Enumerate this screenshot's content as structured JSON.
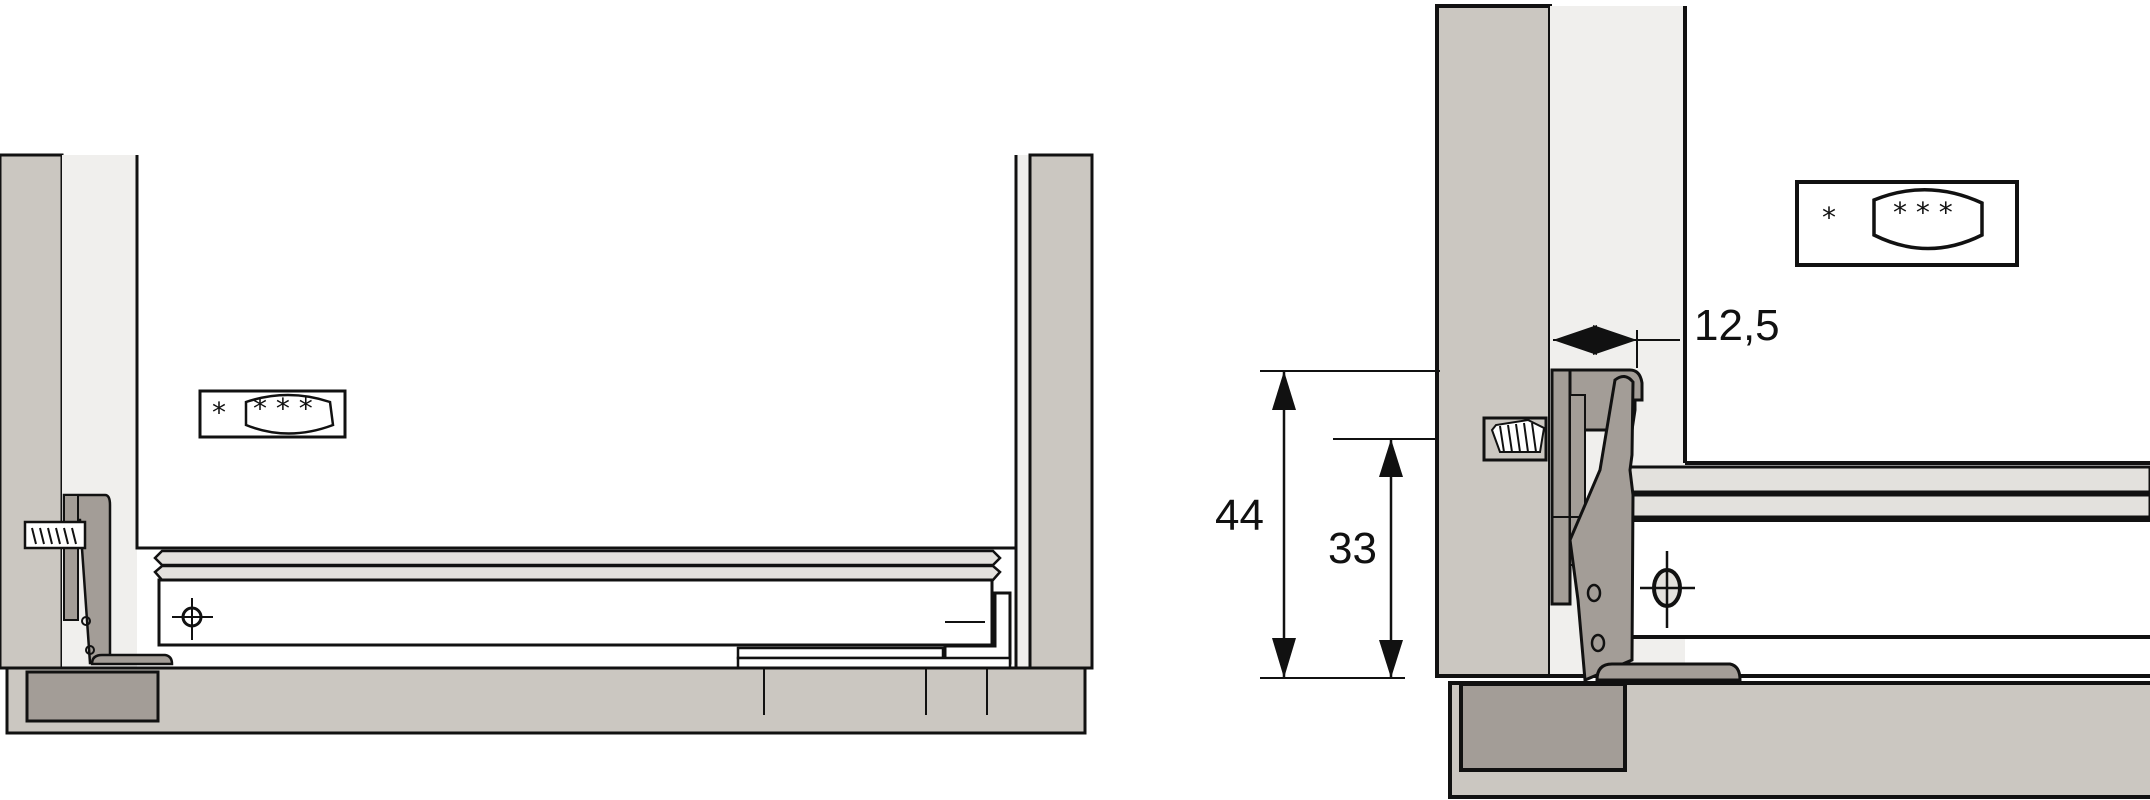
{
  "figure": {
    "left_view": {
      "label": {
        "single": "*",
        "triple": "* * *"
      }
    },
    "right_view": {
      "label": {
        "single": "*",
        "triple": "*   *   *"
      },
      "dimensions": {
        "overlay": "12,5",
        "height_total": "44",
        "height_screw": "33"
      }
    }
  },
  "colors": {
    "wall_gray": "#cbc7c1",
    "strip_light": "#f0efed",
    "hinge_gray": "#a39d97",
    "rail_light": "#e3e1dd",
    "line": "#111111"
  }
}
